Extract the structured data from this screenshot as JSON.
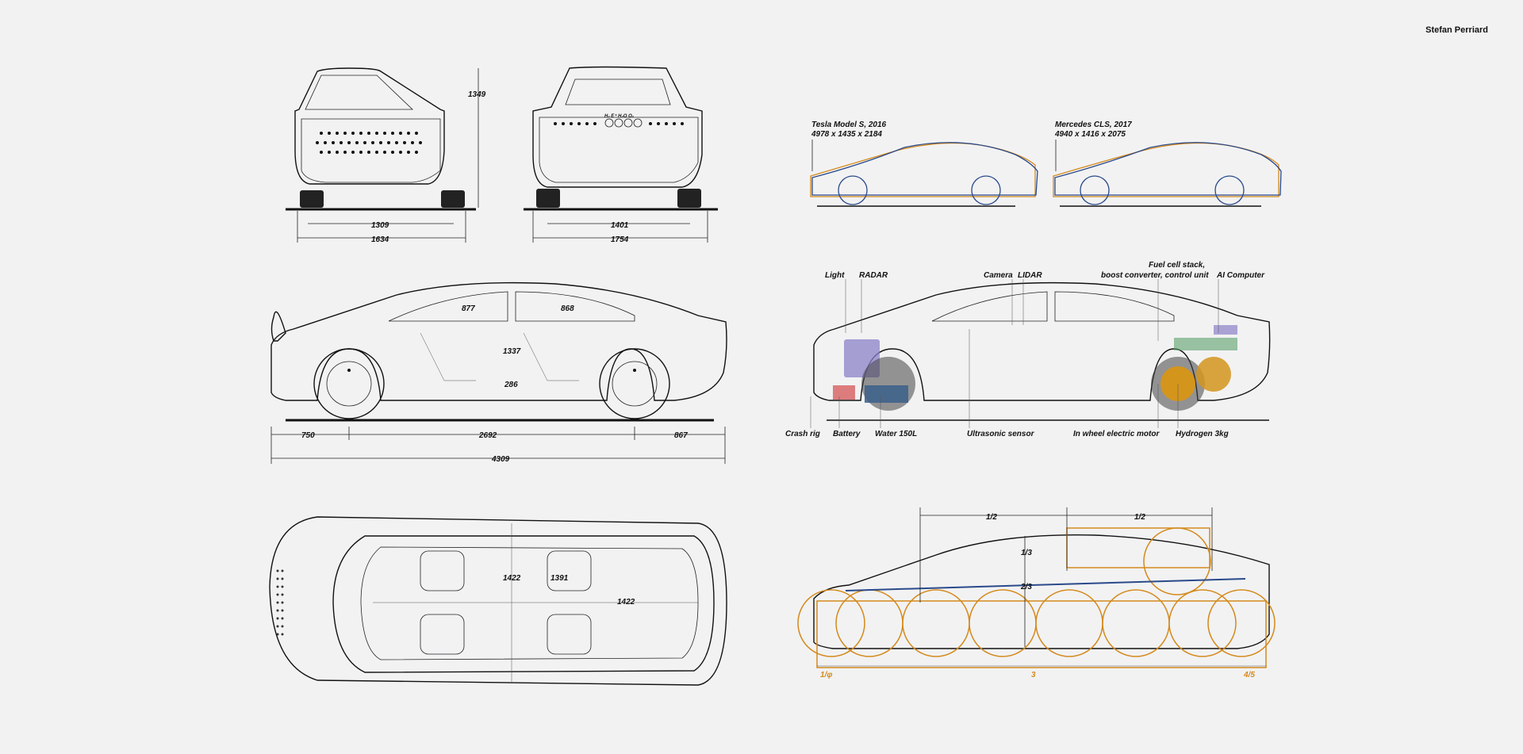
{
  "author": "Stefan Perriard",
  "front_view": {
    "height": "1349",
    "track": "1309",
    "width": "1634"
  },
  "rear_view": {
    "emblems": "H₂ E⁺ H₂O O₂",
    "track": "1401",
    "width": "1754"
  },
  "side_view": {
    "front_legroom": "877",
    "rear_legroom": "868",
    "seat_spacing": "1337",
    "floor_height": "286",
    "front_overhang": "750",
    "wheelbase": "2692",
    "rear_overhang": "867",
    "length": "4309"
  },
  "top_view": {
    "front_width": "1422",
    "rear_width": "1391",
    "cabin_length": "1422"
  },
  "comparison": [
    {
      "name": "Tesla Model S, 2016",
      "dims": "4978 x 1435 x 2184"
    },
    {
      "name": "Mercedes CLS, 2017",
      "dims": "4940 x 1416 x 2075"
    }
  ],
  "components": {
    "light": "Light",
    "radar": "RADAR",
    "camera": "Camera",
    "lidar": "LIDAR",
    "fuel_cell_1": "Fuel cell stack,",
    "fuel_cell_2": "boost converter, control unit",
    "ai_computer": "AI Computer",
    "crash_rig": "Crash rig",
    "battery": "Battery",
    "water": "Water 150L",
    "ultrasonic": "Ultrasonic sensor",
    "motor": "In wheel electric motor",
    "hydrogen": "Hydrogen 3kg"
  },
  "proportions": {
    "half_left": "1/2",
    "half_right": "1/2",
    "third": "1/3",
    "two_thirds": "2/3",
    "phi": "1/φ",
    "three": "3",
    "four_fifths": "4/5"
  },
  "colors": {
    "outline": "#111111",
    "tesla_overlay": "#d48a1c",
    "mercedes_overlay": "#2a4a8a",
    "battery": "#8a82c8",
    "water_tank": "#3a5f8a",
    "crash_rig": "#d44a4a",
    "fuel_cell": "#5aa06a",
    "hydrogen": "#d4951c"
  }
}
